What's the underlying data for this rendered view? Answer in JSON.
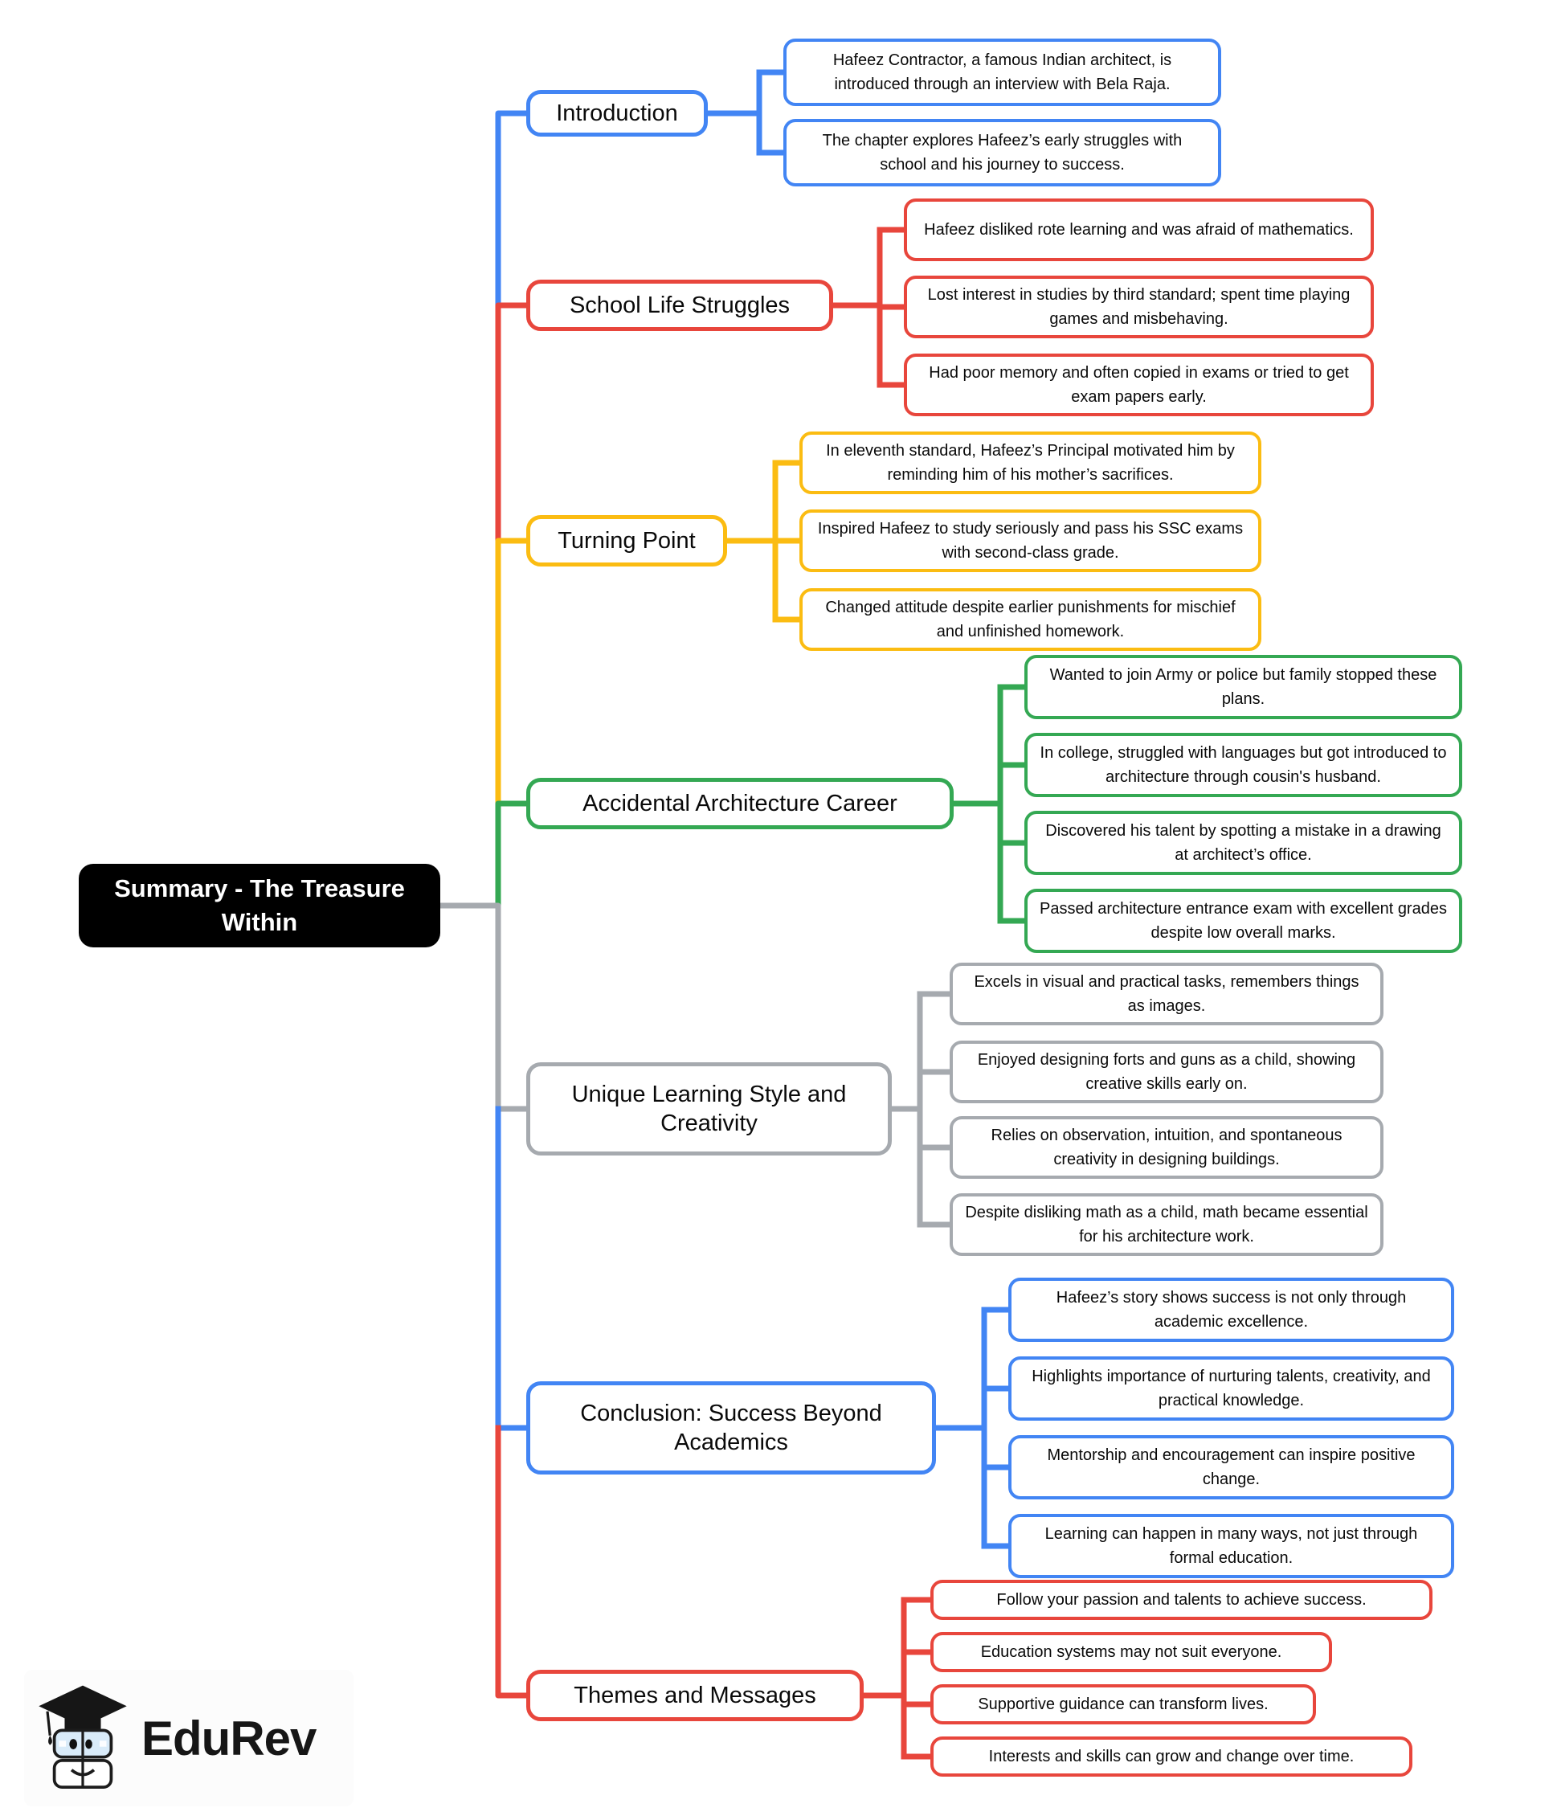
{
  "root": {
    "label": "Summary - The Treasure Within"
  },
  "watermark": {
    "brand": "EduRev"
  },
  "branches": [
    {
      "label": "Introduction",
      "color": "#4285F4",
      "children": [
        "Hafeez Contractor, a famous Indian architect, is introduced through an interview with Bela Raja.",
        "The chapter explores Hafeez’s early struggles with school and his journey to success."
      ]
    },
    {
      "label": "School Life Struggles",
      "color": "#E8463C",
      "children": [
        "Hafeez disliked rote learning and was afraid of mathematics.",
        "Lost interest in studies by third standard; spent time playing games and misbehaving.",
        "Had poor memory and often copied in exams or tried to get exam papers early."
      ]
    },
    {
      "label": "Turning Point",
      "color": "#FBBC12",
      "children": [
        "In eleventh standard, Hafeez’s Principal motivated him by reminding him of his mother’s sacrifices.",
        "Inspired Hafeez to study seriously and pass his SSC exams with second-class grade.",
        "Changed attitude despite earlier punishments for mischief and unfinished homework."
      ]
    },
    {
      "label": "Accidental Architecture Career",
      "color": "#34A853",
      "children": [
        "Wanted to join Army or police but family stopped these plans.",
        "In college, struggled with languages but got introduced to architecture through cousin's husband.",
        "Discovered his talent by spotting a mistake in a drawing at architect’s office.",
        "Passed architecture entrance exam with excellent grades despite low overall marks."
      ]
    },
    {
      "label": "Unique Learning Style and Creativity",
      "color": "#A6AAAF",
      "children": [
        "Excels in visual and practical tasks, remembers things as images.",
        "Enjoyed designing forts and guns as a child, showing creative skills early on.",
        "Relies on observation, intuition, and spontaneous creativity in designing buildings.",
        "Despite disliking math as a child, math became essential for his architecture work."
      ]
    },
    {
      "label": "Conclusion: Success Beyond Academics",
      "color": "#4285F4",
      "children": [
        "Hafeez’s story shows success is not only through academic excellence.",
        "Highlights importance of nurturing talents, creativity, and practical knowledge.",
        "Mentorship and encouragement can inspire positive change.",
        "Learning can happen in many ways, not just through formal education."
      ]
    },
    {
      "label": "Themes and Messages",
      "color": "#E8463C",
      "children": [
        "Follow your passion and talents to achieve success.",
        "Education systems may not suit everyone.",
        "Supportive guidance can transform lives.",
        "Interests and skills can grow and change over time."
      ]
    }
  ]
}
